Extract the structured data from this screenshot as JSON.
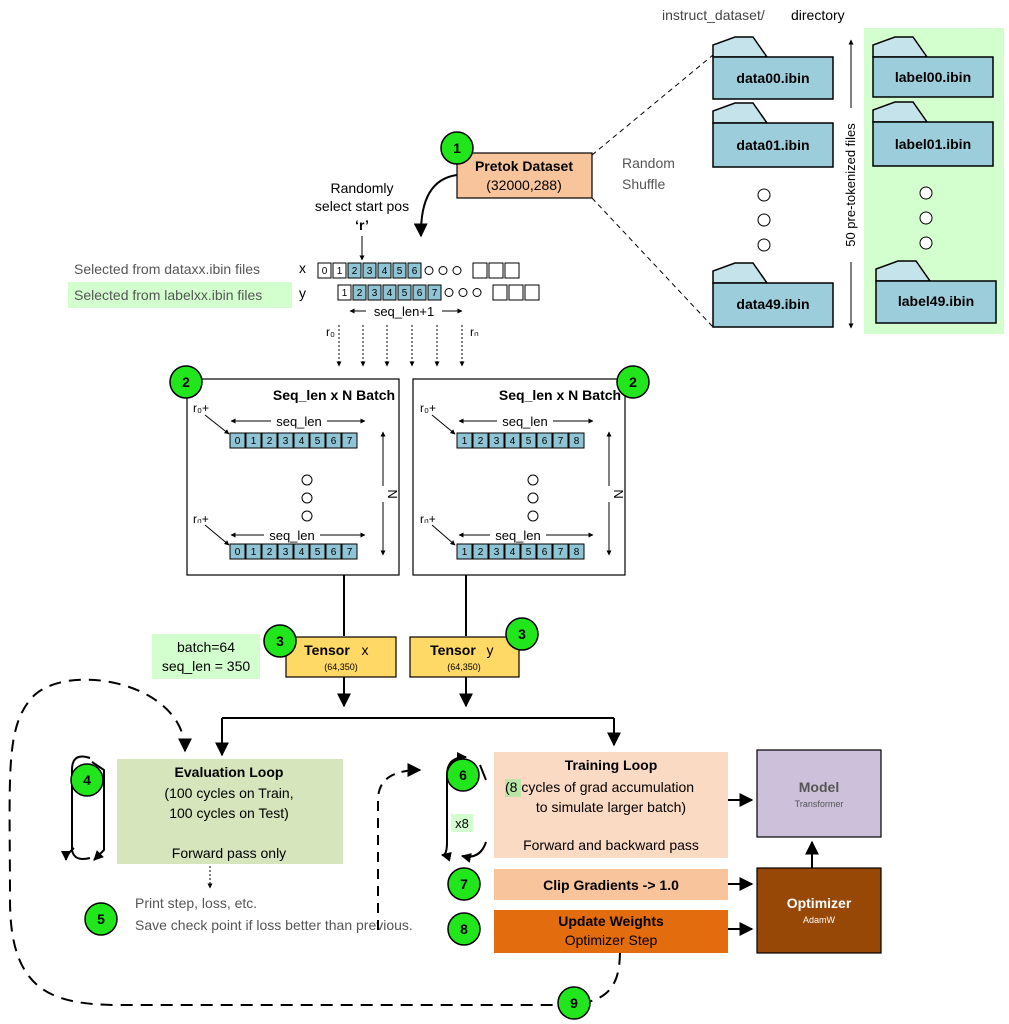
{
  "header": {
    "dir_prefix": "instruct_dataset/",
    "dir_suffix": "directory"
  },
  "files": {
    "data": [
      "data00.ibin",
      "data01.ibin",
      "data49.ibin"
    ],
    "label": [
      "label00.ibin",
      "label01.ibin",
      "label49.ibin"
    ],
    "count_label": "50 pre-tokenized files"
  },
  "pretok": {
    "title": "Pretok Dataset",
    "shape": "(32000,288)"
  },
  "shuffle": {
    "line1": "Random",
    "line2": "Shuffle"
  },
  "select": {
    "line1": "Randomly",
    "line2": "select start pos",
    "r": "‘r’"
  },
  "sequences": {
    "x_desc": "Selected from dataxx.ibin files",
    "y_desc": "Selected from labelxx.ibin files",
    "x_var": "x",
    "y_var": "y",
    "x_tokens": [
      "0",
      "1",
      "2",
      "3",
      "4",
      "5",
      "6"
    ],
    "y_tokens": [
      "1",
      "2",
      "3",
      "4",
      "5",
      "6",
      "7"
    ],
    "seq_len_plus": "seq_len+1",
    "r0": "r₀",
    "rn": "rₙ"
  },
  "batches": {
    "title": "Seq_len x N Batch",
    "r0_plus": "r₀+",
    "rn_plus": "rₙ+",
    "seq_len": "seq_len",
    "n": "N",
    "left_tokens": [
      "0",
      "1",
      "2",
      "3",
      "4",
      "5",
      "6",
      "7"
    ],
    "right_tokens": [
      "1",
      "2",
      "3",
      "4",
      "5",
      "6",
      "7",
      "8"
    ]
  },
  "tensors": {
    "x_title": "Tensor",
    "x_var": "x",
    "y_title": "Tensor",
    "y_var": "y",
    "shape": "(64,350)",
    "batch_note": "batch=64",
    "seq_note": "seq_len = 350"
  },
  "evaluation": {
    "title": "Evaluation Loop",
    "line1": "(100 cycles on Train,",
    "line2": "100 cycles on Test)",
    "line3": "Forward pass only"
  },
  "print_step": {
    "line1": "Print step, loss, etc.",
    "line2": "Save check point if loss better than previous."
  },
  "training": {
    "title": "Training Loop",
    "line1_highlight": "(8",
    "line1_rest": " cycles of grad accumulation",
    "line2": "to simulate larger batch)",
    "line3": "Forward and backward pass",
    "x8": "x8"
  },
  "clip": {
    "label": "Clip Gradients -> 1.0"
  },
  "update": {
    "title": "Update Weights",
    "sub": "Optimizer Step"
  },
  "model": {
    "title": "Model",
    "sub": "Transformer"
  },
  "optimizer": {
    "title": "Optimizer",
    "sub": "AdamW"
  },
  "steps": [
    "1",
    "2",
    "3",
    "4",
    "5",
    "6",
    "7",
    "8",
    "9"
  ],
  "colors": {
    "file_fill": "#9ccddb",
    "label_panel": "#d3ffce",
    "pretok": "#f8c49b",
    "tensor": "#ffd966",
    "eval": "#d6e5bb",
    "train": "#fbdac4",
    "clip": "#f8c49b",
    "update": "#e36c0e",
    "model": "#ccc0da",
    "optimizer": "#974806",
    "step_badge": "#22e61c",
    "token_fill": "#8ec4d4"
  }
}
